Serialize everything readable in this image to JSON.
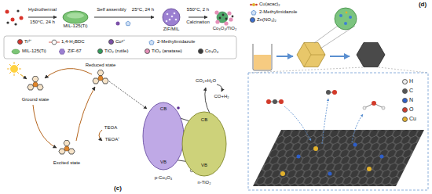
{
  "diagram": {
    "nodes": [
      {
        "text": [
          "MIL-125(Ti)"
        ]
      },
      {
        "text": [
          "ZIF/MIL"
        ]
      },
      {
        "text": [
          "Co₃O₄/TiO₂"
        ]
      },
      {
        "text": [
          "CB",
          "VB",
          "p-Co₃O₄"
        ]
      },
      {
        "text": [
          "CB",
          "VB",
          "n-TiO₂"
        ]
      }
    ],
    "edges": [
      {
        "from": 0,
        "to": 1,
        "arrow": "to",
        "label": "25°C, 24 h"
      },
      {
        "from": 1,
        "to": 2,
        "arrow": "to",
        "label": "550°C, 2 h"
      }
    ],
    "labels": [
      "Hydrothermal",
      "150°C, 24 h",
      "Self assembly",
      "Calcination",
      "Ground state",
      "Reduced state",
      "Excited state",
      "TEOA",
      "TEOA⁺",
      "CO₂+H₂O",
      "CO+H₂",
      "(c)",
      "(d)"
    ],
    "legend": [
      {
        "text": "Ti⁴⁺",
        "color": "#d9342b"
      },
      {
        "text": "1,4-H₂BDC"
      },
      {
        "text": "Co²⁺",
        "color": "#7b4fa8"
      },
      {
        "text": "2-Methylimidazole"
      },
      {
        "text": "MIL-125(Ti)"
      },
      {
        "text": "ZIF-67"
      },
      {
        "text": "TiO₂ (rutile)",
        "color": "#2f9e5a"
      },
      {
        "text": "TiO₂ (anatase)",
        "color": "#e58fb8"
      },
      {
        "text": "Co₃O₄",
        "color": "#3a3a3a"
      },
      {
        "text": "Cu(acac)₂"
      },
      {
        "text": "2-Methylimidazole"
      },
      {
        "text": "Zn(NO₃)₂",
        "color": "#3b6fd1"
      },
      {
        "text": "H",
        "color": "#eeeeee"
      },
      {
        "text": "C",
        "color": "#555555"
      },
      {
        "text": "N",
        "color": "#2e5fc9"
      },
      {
        "text": "O",
        "color": "#d23a2a"
      },
      {
        "text": "Cu",
        "color": "#e2b12c"
      }
    ]
  }
}
